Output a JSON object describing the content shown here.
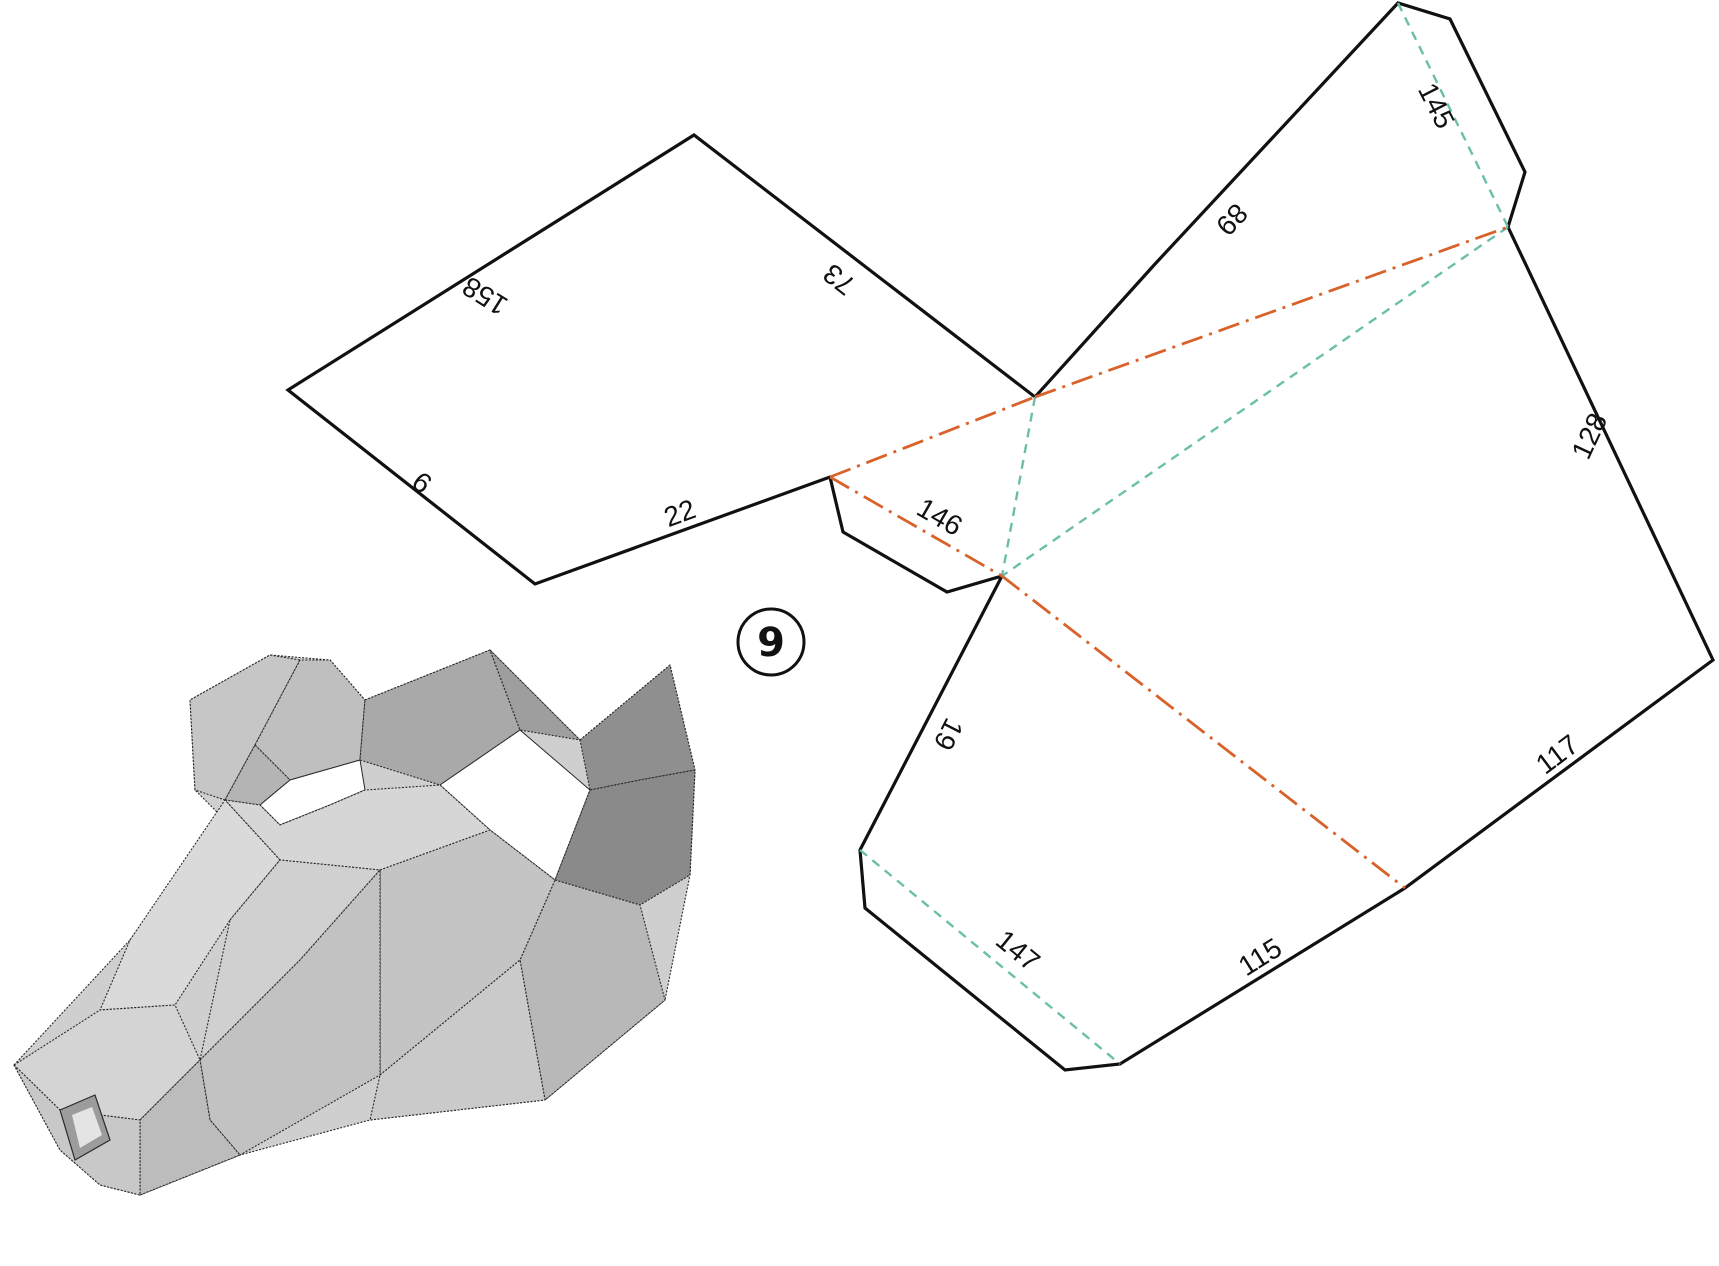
{
  "piece": {
    "number": "9"
  },
  "edge_labels": [
    {
      "id": "e158",
      "text": "158"
    },
    {
      "id": "e73",
      "text": "73"
    },
    {
      "id": "e9",
      "text": "9"
    },
    {
      "id": "e22",
      "text": "22"
    },
    {
      "id": "e146",
      "text": "146"
    },
    {
      "id": "e89",
      "text": "89"
    },
    {
      "id": "e145",
      "text": "145"
    },
    {
      "id": "e128",
      "text": "128"
    },
    {
      "id": "e19",
      "text": "19"
    },
    {
      "id": "e117",
      "text": "117"
    },
    {
      "id": "e115",
      "text": "115"
    },
    {
      "id": "e147",
      "text": "147"
    }
  ],
  "colors": {
    "cut_line": "#111111",
    "mountain_fold": "#d9622b",
    "valley_fold": "#6bbfaa",
    "mask_light": "#d2d2d2",
    "mask_mid": "#bdbdbd",
    "mask_dark": "#8e8e8e"
  },
  "icons": {
    "piece_badge": "circled-number",
    "preview": "low-poly-mask-preview"
  }
}
